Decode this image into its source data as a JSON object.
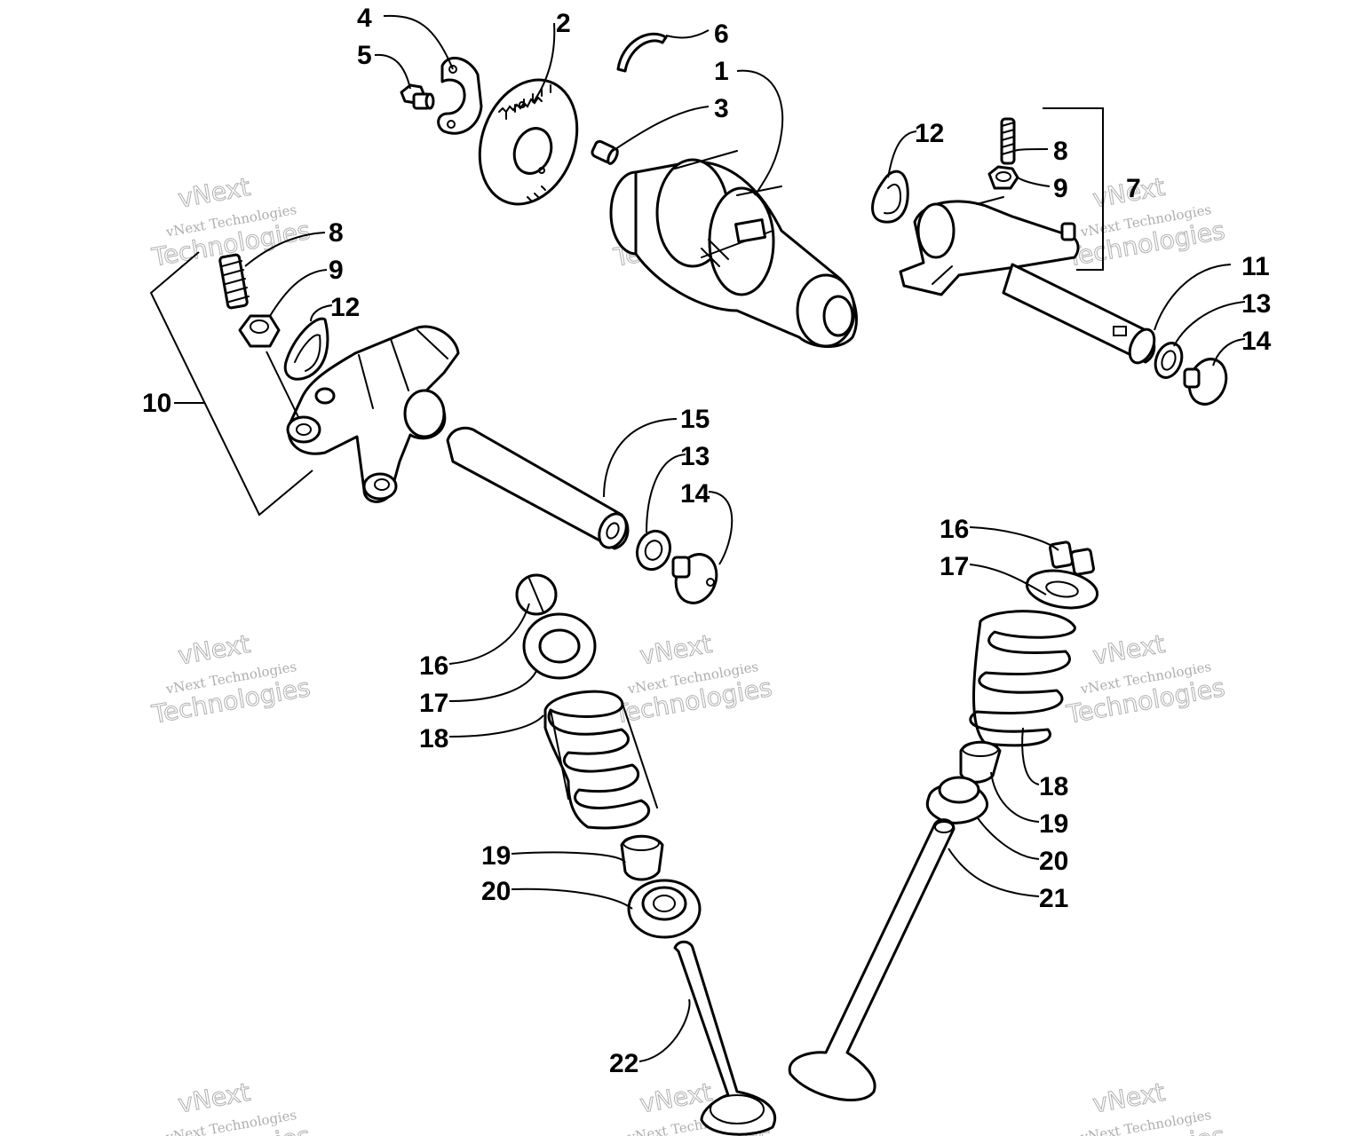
{
  "callouts": {
    "c1": "1",
    "c2": "2",
    "c3": "3",
    "c4": "4",
    "c5": "5",
    "c6": "6",
    "c7": "7",
    "c8a": "8",
    "c9a": "9",
    "c12a": "12",
    "c8b": "8",
    "c9b": "9",
    "c12b": "12",
    "c10": "10",
    "c11": "11",
    "c13a": "13",
    "c14a": "14",
    "c15": "15",
    "c13b": "13",
    "c14b": "14",
    "c16a": "16",
    "c17a": "17",
    "c18a": "18",
    "c19a": "19",
    "c20a": "20",
    "c22": "22",
    "c16b": "16",
    "c17b": "17",
    "c18b": "18",
    "c19b": "19",
    "c20b": "20",
    "c21": "21"
  },
  "watermark": {
    "line1": "vNext",
    "line2": "vNext Technologies",
    "line3": "Technologies"
  }
}
